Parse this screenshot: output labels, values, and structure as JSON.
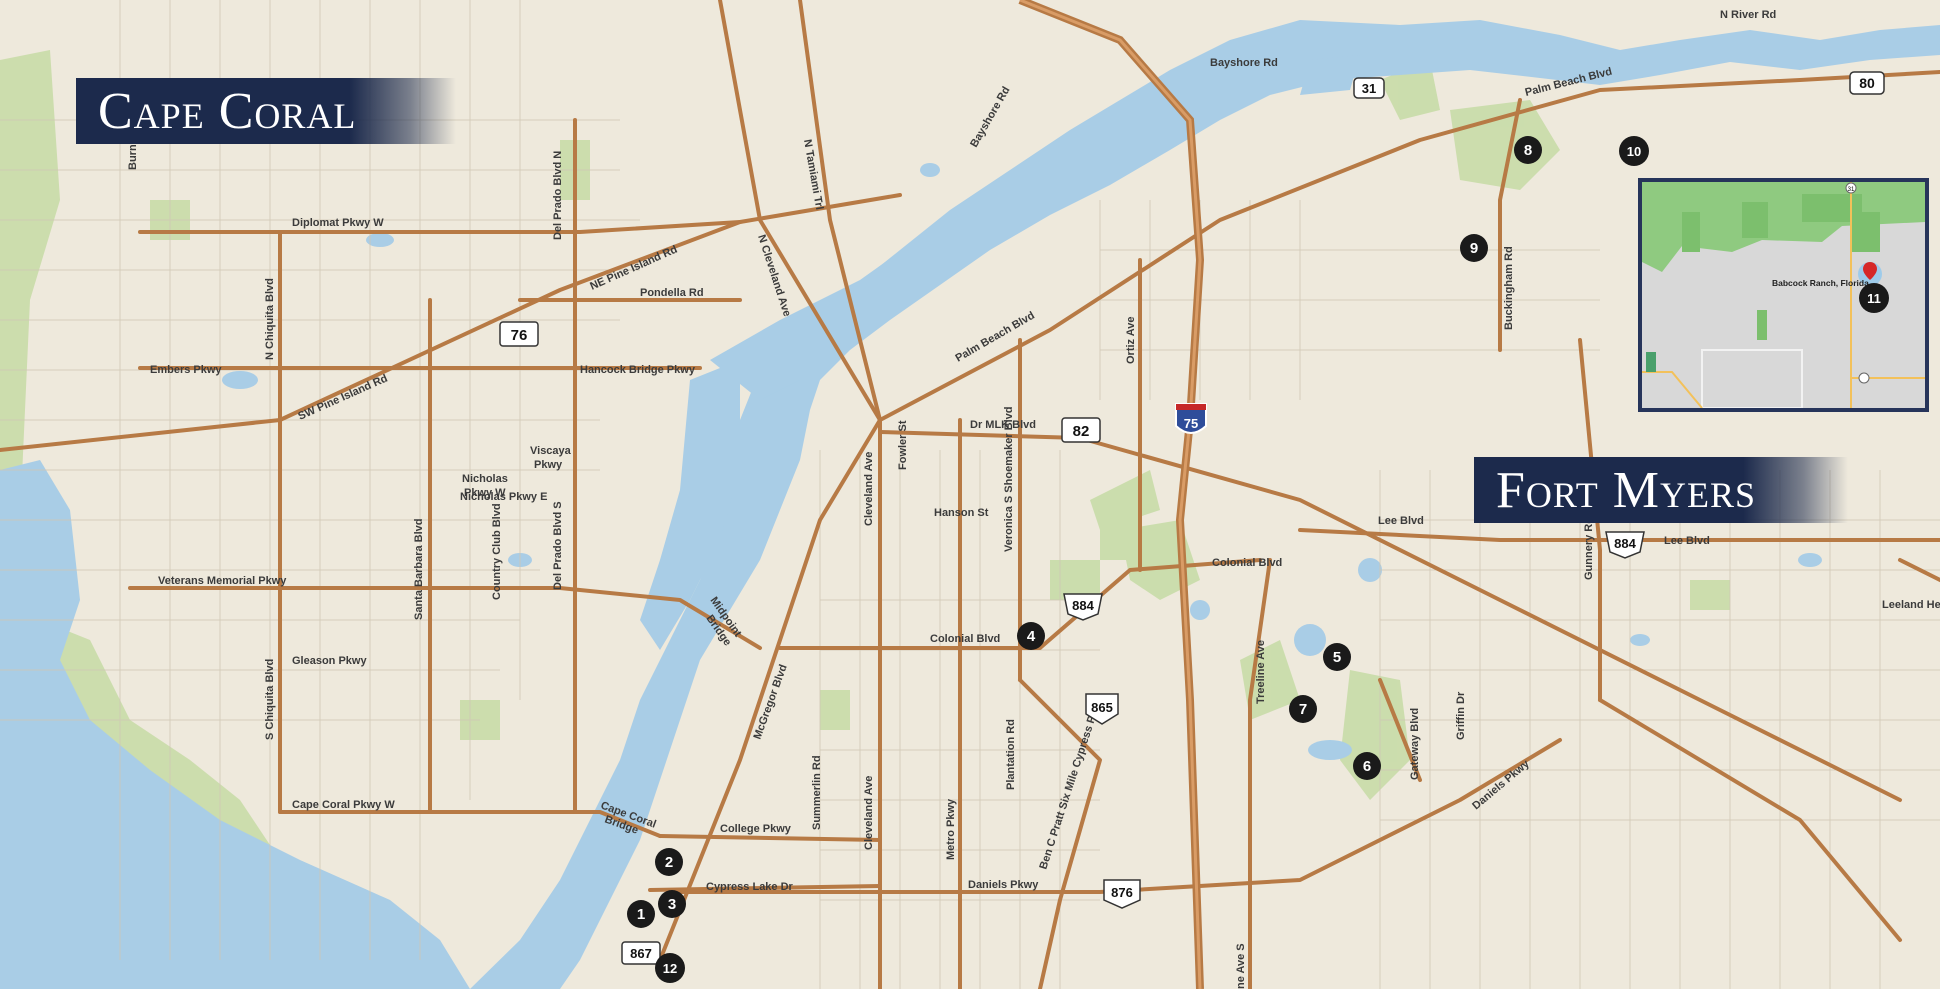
{
  "regions": {
    "cape_coral": "Cape Coral",
    "fort_myers": "Fort Myers"
  },
  "road_labels": {
    "bayshore_rd": "Bayshore Rd",
    "bayshore_rd_diag": "Bayshore Rd",
    "n_river_rd": "N River Rd",
    "palm_beach_blvd_ne": "Palm Beach Blvd",
    "palm_beach_blvd_sw": "Palm Beach Blvd",
    "diplomat_pkwy": "Diplomat Pkwy W",
    "ne_pine_island_rd": "NE Pine Island Rd",
    "pondella_rd": "Pondella Rd",
    "embers_pkwy": "Embers Pkwy",
    "hancock_bridge_pkwy": "Hancock Bridge Pkwy",
    "sw_pine_island_rd": "SW Pine Island Rd",
    "del_prado_n": "Del Prado Blvd N",
    "del_prado_s": "Del Prado Blvd S",
    "n_chiquita": "N Chiquita Blvd",
    "s_chiquita": "S Chiquita Blvd",
    "veterans_memorial": "Veterans Memorial Pkwy",
    "gleason_pkwy": "Gleason Pkwy",
    "cape_coral_pkwy": "Cape Coral Pkwy W",
    "cape_coral_bridge_1": "Cape Coral",
    "cape_coral_bridge_2": "Bridge",
    "midpoint_1": "Midpoint",
    "midpoint_2": "Bridge",
    "mcgregor": "McGregor Blvd",
    "n_tamiami": "N Tamiami Trl",
    "n_cleveland": "N Cleveland Ave",
    "cleveland_ave": "Cleveland Ave",
    "cleveland_ave_s": "Cleveland Ave",
    "fowler_st": "Fowler St",
    "hanson_st": "Hanson St",
    "dr_mlk": "Dr MLK Blvd",
    "veronica_shoemaker": "Veronica S Shoemaker Blvd",
    "colonial_blvd_w": "Colonial Blvd",
    "colonial_blvd_e": "Colonial Blvd",
    "ortiz_ave": "Ortiz Ave",
    "lee_blvd_w": "Lee Blvd",
    "lee_blvd_e": "Lee Blvd",
    "leeland_hts": "Leeland Hei",
    "buckingham_rd": "Buckingham Rd",
    "gunnery_rd": "Gunnery Rd S",
    "daniels_pkwy_w": "Daniels Pkwy",
    "daniels_pkwy_e": "Daniels Pkwy",
    "college_pkwy": "College Pkwy",
    "cypress_lake": "Cypress Lake Dr",
    "summerlin": "Summerlin Rd",
    "metro_pkwy": "Metro Pkwy",
    "plantation_rd": "Plantation Rd",
    "ben_pratt": "Ben C Pratt Six Mile Cypress Pkwy",
    "treeline_ave": "Treeline Ave",
    "treeline_ave_s": "ne Ave S",
    "gateway_blvd": "Gateway Blvd",
    "griffin_dr": "Griffin Dr",
    "santa_barbara": "Santa Barbara Blvd",
    "country_club": "Country Club Blvd",
    "nicholas_pkwy": "Nicholas Pkwy E",
    "viscaya_pkwy_1": "Viscaya",
    "viscaya_pkwy_2": "Pkwy",
    "nicholas_pkwy_w_1": "Nicholas",
    "nicholas_pkwy_w_2": "Pkwy W",
    "burnt_store": "Burn"
  },
  "shields": {
    "us31": "31",
    "us80": "80",
    "r76": "76",
    "r82": "82",
    "i75": "75",
    "r884": "884",
    "r884_e": "884",
    "r865": "865",
    "r876": "876",
    "r867": "867"
  },
  "markers": [
    "1",
    "2",
    "3",
    "4",
    "5",
    "6",
    "7",
    "8",
    "9",
    "10",
    "11",
    "12"
  ],
  "inset": {
    "label": "Babcock Ranch, Florida",
    "marker": "11",
    "shield": "31"
  },
  "colors": {
    "water": "#a9cde6",
    "land": "#eee9dc",
    "road": "#b77a45",
    "park": "#c5d9a5",
    "banner": "#1c2a4c",
    "marker": "#1a1a1a",
    "interstate": "#2e4d9a"
  }
}
